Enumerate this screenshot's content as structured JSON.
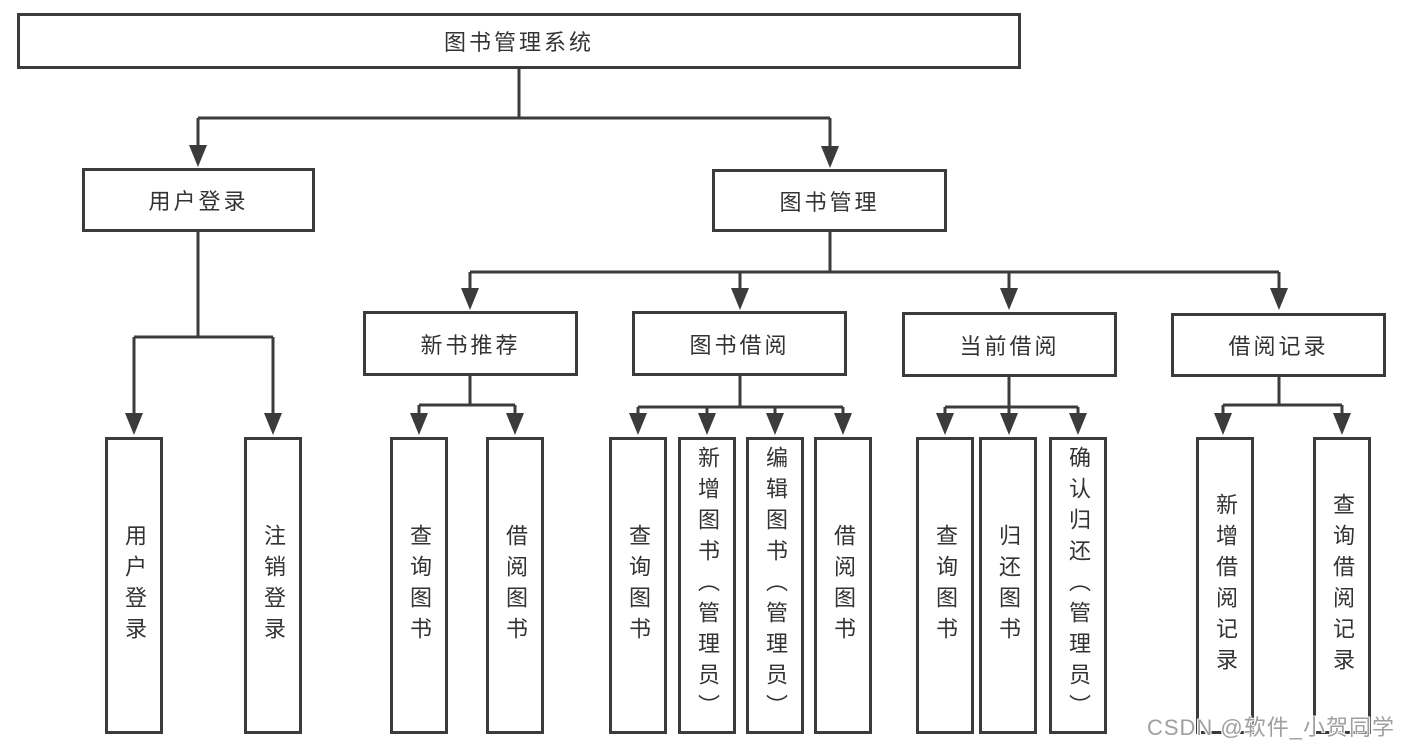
{
  "watermark": "CSDN @软件_小贺同学",
  "colors": {
    "line": "#3b3b3b",
    "text": "#333333",
    "watermark_gray": "#9f9f9f",
    "background": "#ffffff"
  },
  "tree": {
    "label": "图书管理系统",
    "children": [
      {
        "label": "用户登录",
        "children": [
          {
            "label": "用户登录"
          },
          {
            "label": "注销登录"
          }
        ]
      },
      {
        "label": "图书管理",
        "children": [
          {
            "label": "新书推荐",
            "children": [
              {
                "label": "查询图书"
              },
              {
                "label": "借阅图书"
              }
            ]
          },
          {
            "label": "图书借阅",
            "children": [
              {
                "label": "查询图书"
              },
              {
                "label": "新增图书（管理员）"
              },
              {
                "label": "编辑图书（管理员）"
              },
              {
                "label": "借阅图书"
              }
            ]
          },
          {
            "label": "当前借阅",
            "children": [
              {
                "label": "查询图书"
              },
              {
                "label": "归还图书"
              },
              {
                "label": "确认归还（管理员）"
              }
            ]
          },
          {
            "label": "借阅记录",
            "children": [
              {
                "label": "新增借阅记录"
              },
              {
                "label": "查询借阅记录"
              }
            ]
          }
        ]
      }
    ]
  }
}
